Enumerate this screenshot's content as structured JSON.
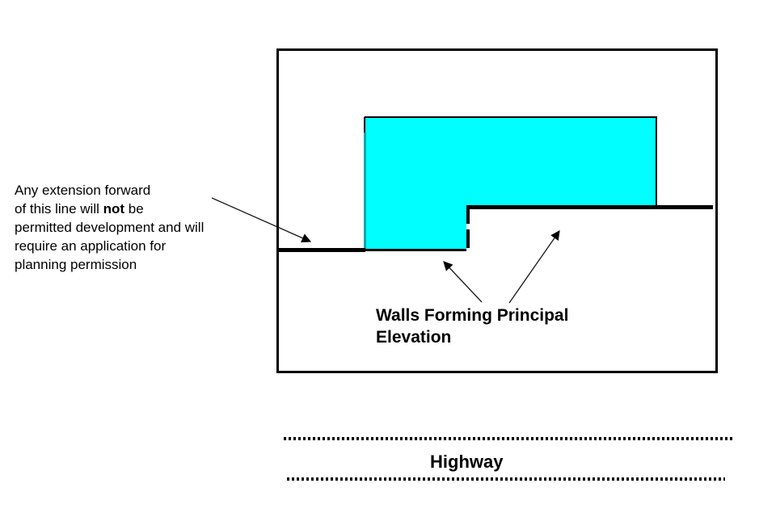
{
  "note": {
    "line1": "Any extension forward",
    "line2_pre": "of this line will ",
    "line2_bold": "not",
    "line2_post": " be",
    "line3": "permitted development and will",
    "line4": "require an application for",
    "line5": "planning permission"
  },
  "labels": {
    "walls_line1": "Walls Forming Principal",
    "walls_line2": "Elevation",
    "highway": "Highway"
  },
  "colors": {
    "house_fill": "#00FFFF",
    "house_edge_teal": "#00AAAA",
    "line_black": "#000000"
  },
  "icons": {
    "arrowhead": "filled-triangle-arrowhead"
  }
}
